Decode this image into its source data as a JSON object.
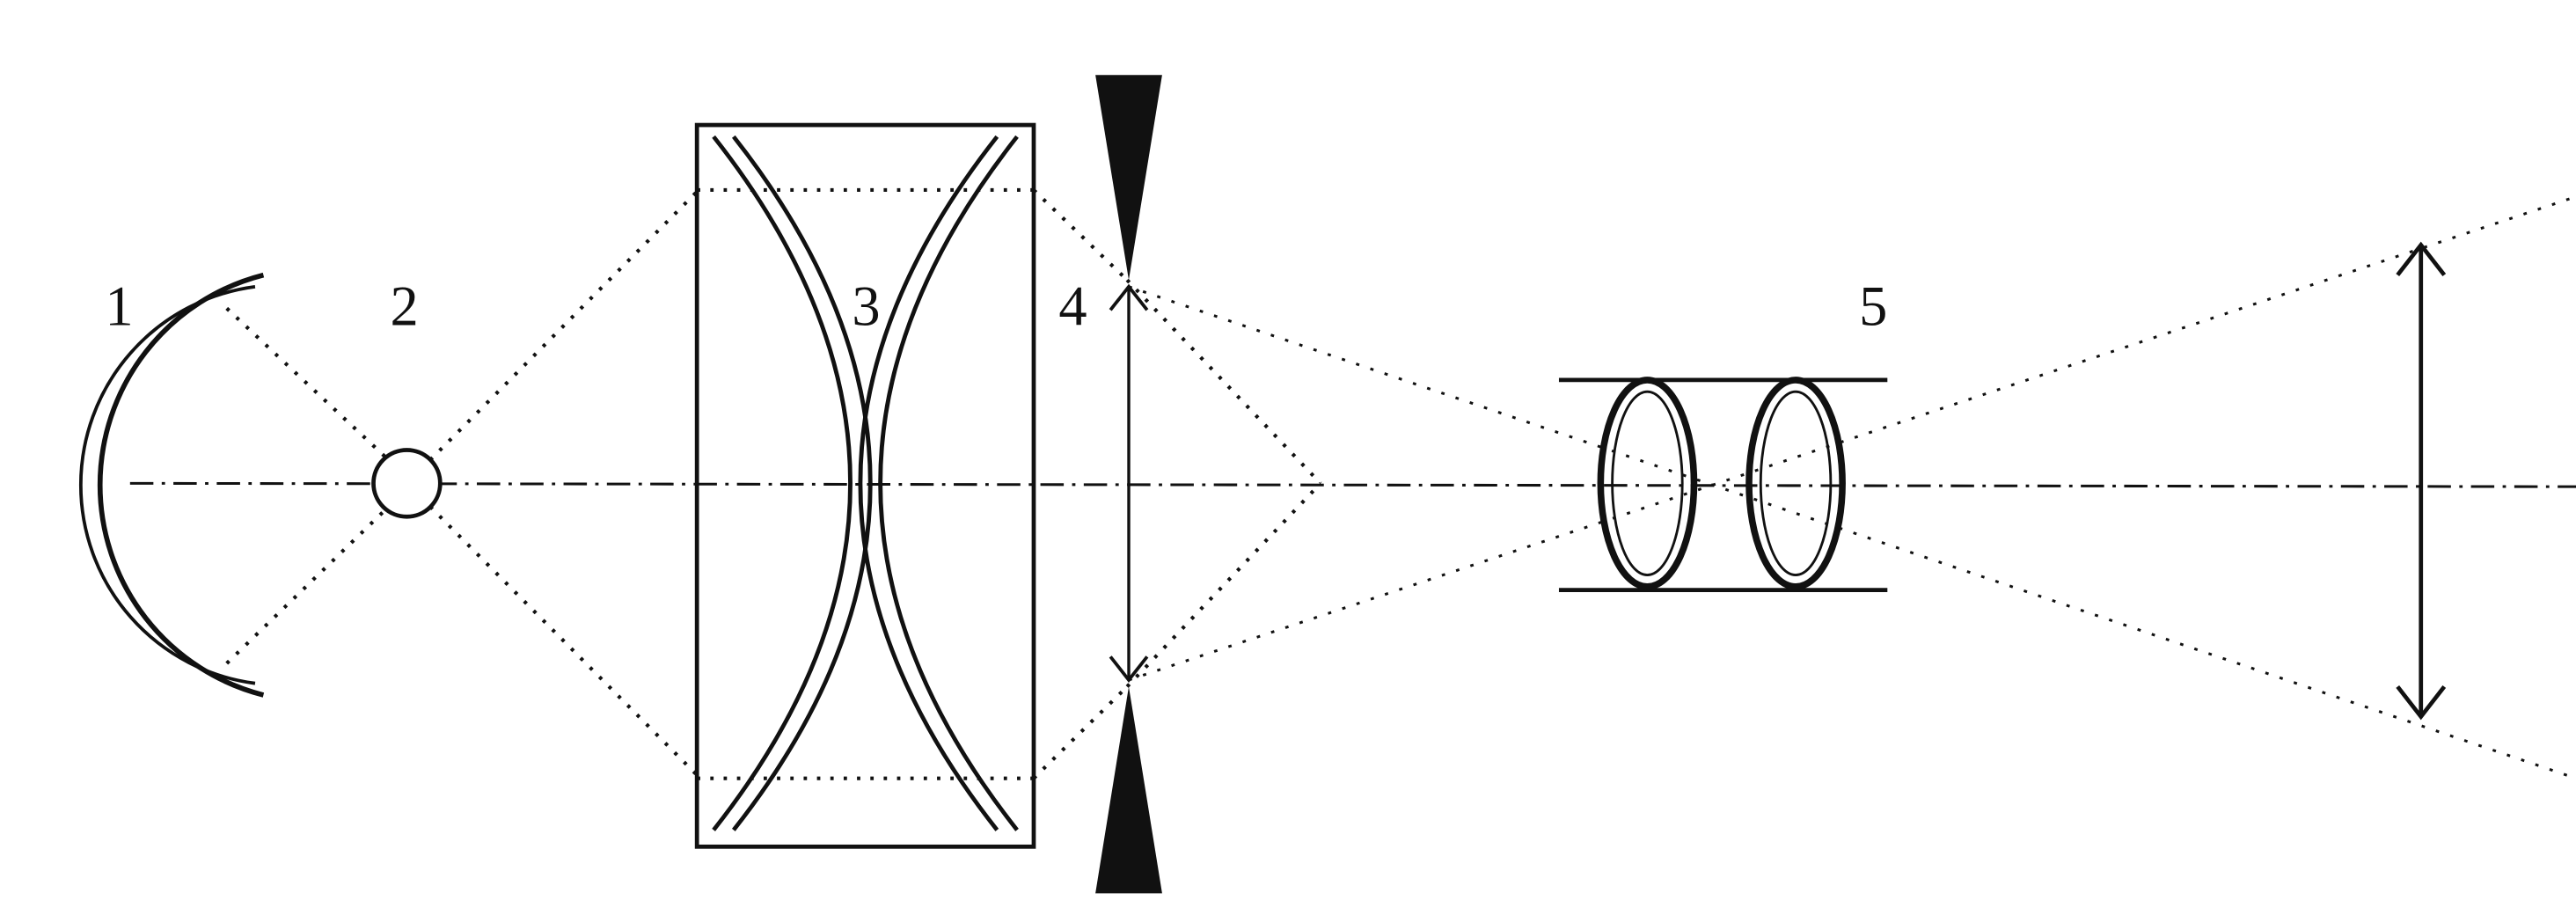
{
  "labels": {
    "mirror": "1",
    "light_source": "2",
    "condenser": "3",
    "slide": "4",
    "objective": "5"
  },
  "colors": {
    "ink": "#111111",
    "background": "#ffffff"
  }
}
